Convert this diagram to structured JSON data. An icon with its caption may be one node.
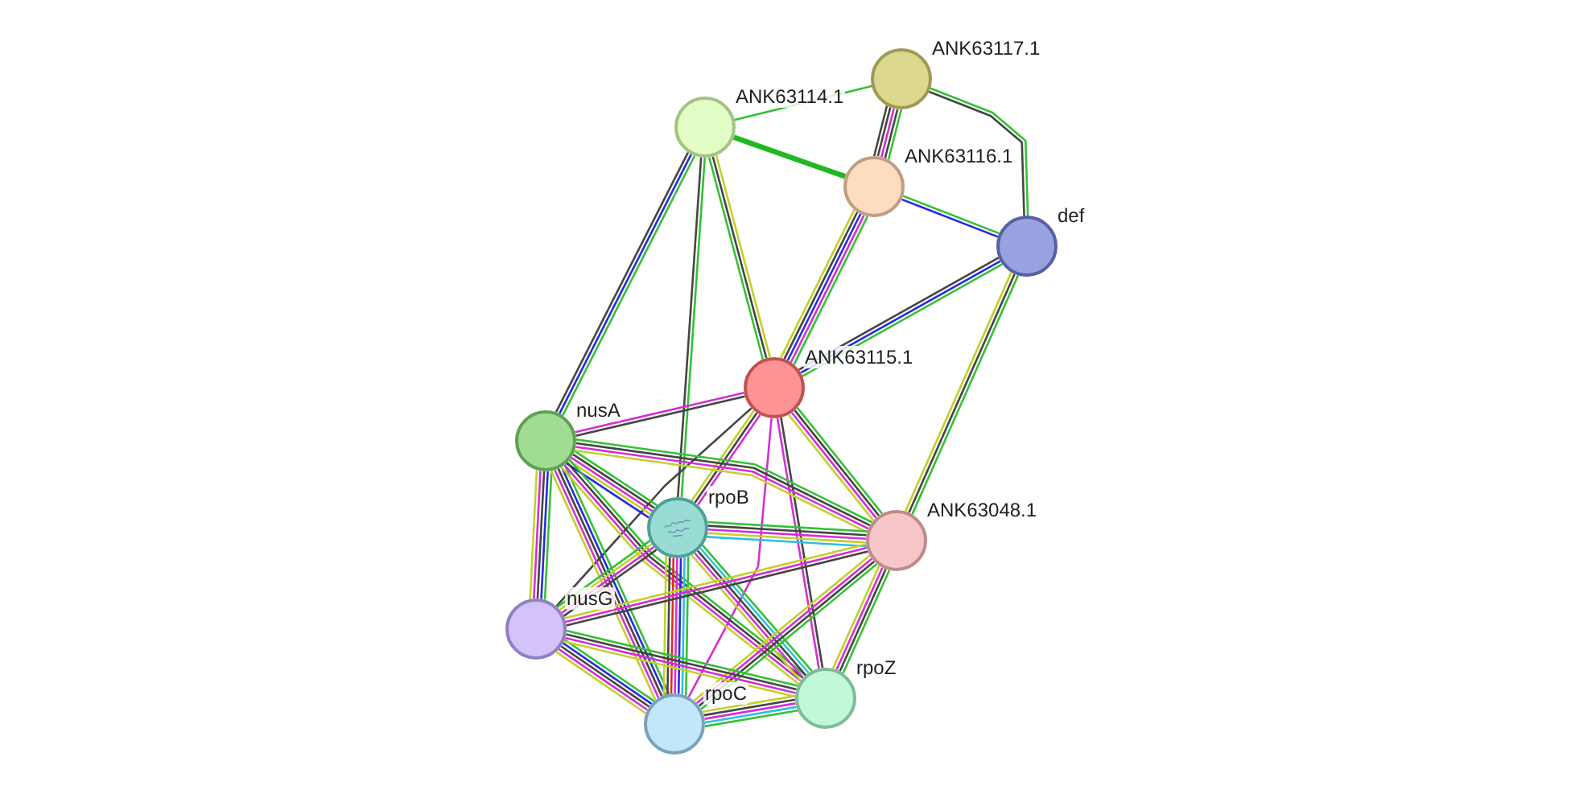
{
  "diagram": {
    "nodes": [
      {
        "text": [
          "ANK63117.1"
        ]
      },
      {
        "text": [
          "ANK63114.1"
        ]
      },
      {
        "text": [
          "ANK63116.1"
        ]
      },
      {
        "text": [
          "def"
        ]
      },
      {
        "text": [
          "ANK63115.1"
        ]
      },
      {
        "text": [
          "nusA"
        ]
      },
      {
        "text": [
          "rpoB"
        ]
      },
      {
        "text": [
          "ANK63048.1"
        ]
      },
      {
        "text": [
          "nusG"
        ]
      },
      {
        "text": [
          "rpoZ"
        ]
      },
      {
        "text": [
          "rpoC"
        ]
      }
    ],
    "edges": [
      {
        "from": 0,
        "to": 1,
        "arrow": "none",
        "color": "#34c234"
      },
      {
        "from": 0,
        "to": 2,
        "arrow": "none",
        "color": "#34c234"
      },
      {
        "from": 0,
        "to": 2,
        "arrow": "none",
        "color": "#454545"
      },
      {
        "from": 0,
        "to": 2,
        "arrow": "none",
        "color": "#d62ed6"
      },
      {
        "from": 0,
        "to": 2,
        "arrow": "none",
        "color": "#454545"
      },
      {
        "from": 0,
        "to": 2,
        "arrow": "none",
        "color": "#454545"
      },
      {
        "from": 0,
        "to": 3,
        "arrow": "none",
        "color": "#34c234"
      },
      {
        "from": 0,
        "to": 3,
        "arrow": "none",
        "color": "#454545"
      },
      {
        "from": 2,
        "to": 3,
        "arrow": "none",
        "color": "#34c234"
      },
      {
        "from": 2,
        "to": 3,
        "arrow": "none",
        "color": "#2a2ae0"
      },
      {
        "from": 1,
        "to": 2,
        "arrow": "none",
        "color": "#22b822",
        "style": "thick"
      },
      {
        "from": 1,
        "to": 5,
        "arrow": "none",
        "color": "#34c234"
      },
      {
        "from": 1,
        "to": 5,
        "arrow": "none",
        "color": "#2a2ae0"
      },
      {
        "from": 1,
        "to": 5,
        "arrow": "none",
        "color": "#454545"
      },
      {
        "from": 1,
        "to": 6,
        "arrow": "none",
        "color": "#34c234"
      },
      {
        "from": 1,
        "to": 6,
        "arrow": "none",
        "color": "#454545"
      },
      {
        "from": 1,
        "to": 4,
        "arrow": "none",
        "color": "#c3d12a"
      },
      {
        "from": 1,
        "to": 4,
        "arrow": "none",
        "color": "#454545"
      },
      {
        "from": 1,
        "to": 4,
        "arrow": "none",
        "color": "#34c234"
      },
      {
        "from": 2,
        "to": 4,
        "arrow": "none",
        "color": "#34c234"
      },
      {
        "from": 2,
        "to": 4,
        "arrow": "none",
        "color": "#d62ed6"
      },
      {
        "from": 2,
        "to": 4,
        "arrow": "none",
        "color": "#2a2ae0"
      },
      {
        "from": 2,
        "to": 4,
        "arrow": "none",
        "color": "#454545"
      },
      {
        "from": 2,
        "to": 4,
        "arrow": "none",
        "color": "#c3d12a"
      },
      {
        "from": 3,
        "to": 4,
        "arrow": "none",
        "color": "#34c234"
      },
      {
        "from": 3,
        "to": 4,
        "arrow": "none",
        "color": "#2a2ae0"
      },
      {
        "from": 3,
        "to": 4,
        "arrow": "none",
        "color": "#454545"
      },
      {
        "from": 3,
        "to": 7,
        "arrow": "none",
        "color": "#34c234"
      },
      {
        "from": 3,
        "to": 7,
        "arrow": "none",
        "color": "#454545"
      },
      {
        "from": 3,
        "to": 7,
        "arrow": "none",
        "color": "#c3d12a"
      },
      {
        "from": 4,
        "to": 5,
        "arrow": "none",
        "color": "#454545"
      },
      {
        "from": 4,
        "to": 5,
        "arrow": "none",
        "color": "#d62ed6"
      },
      {
        "from": 4,
        "to": 8,
        "arrow": "none",
        "color": "#454545"
      },
      {
        "from": 4,
        "to": 6,
        "arrow": "none",
        "color": "#d62ed6"
      },
      {
        "from": 4,
        "to": 6,
        "arrow": "none",
        "color": "#454545"
      },
      {
        "from": 4,
        "to": 6,
        "arrow": "none",
        "color": "#c3d12a"
      },
      {
        "from": 4,
        "to": 10,
        "arrow": "none",
        "color": "#d62ed6"
      },
      {
        "from": 4,
        "to": 9,
        "arrow": "none",
        "color": "#454545"
      },
      {
        "from": 4,
        "to": 9,
        "arrow": "none",
        "color": "#d62ed6"
      },
      {
        "from": 4,
        "to": 7,
        "arrow": "none",
        "color": "#34c234"
      },
      {
        "from": 4,
        "to": 7,
        "arrow": "none",
        "color": "#454545"
      },
      {
        "from": 4,
        "to": 7,
        "arrow": "none",
        "color": "#d62ed6"
      },
      {
        "from": 4,
        "to": 7,
        "arrow": "none",
        "color": "#c3d12a"
      },
      {
        "from": 5,
        "to": 6,
        "arrow": "none",
        "color": "#34c234"
      },
      {
        "from": 5,
        "to": 6,
        "arrow": "none",
        "color": "#454545"
      },
      {
        "from": 5,
        "to": 6,
        "arrow": "none",
        "color": "#d62ed6"
      },
      {
        "from": 5,
        "to": 6,
        "arrow": "none",
        "color": "#c3d12a"
      },
      {
        "from": 5,
        "to": 6,
        "arrow": "none",
        "color": "#2a2ae0"
      },
      {
        "from": 5,
        "to": 7,
        "arrow": "none",
        "color": "#34c234"
      },
      {
        "from": 5,
        "to": 7,
        "arrow": "none",
        "color": "#454545"
      },
      {
        "from": 5,
        "to": 7,
        "arrow": "none",
        "color": "#d62ed6"
      },
      {
        "from": 5,
        "to": 7,
        "arrow": "none",
        "color": "#c3d12a"
      },
      {
        "from": 5,
        "to": 8,
        "arrow": "none",
        "color": "#34c234"
      },
      {
        "from": 5,
        "to": 8,
        "arrow": "none",
        "color": "#2a2ae0"
      },
      {
        "from": 5,
        "to": 8,
        "arrow": "none",
        "color": "#454545"
      },
      {
        "from": 5,
        "to": 8,
        "arrow": "none",
        "color": "#d62ed6"
      },
      {
        "from": 5,
        "to": 8,
        "arrow": "none",
        "color": "#c3d12a"
      },
      {
        "from": 5,
        "to": 10,
        "arrow": "none",
        "color": "#34c234"
      },
      {
        "from": 5,
        "to": 10,
        "arrow": "none",
        "color": "#2a2ae0"
      },
      {
        "from": 5,
        "to": 10,
        "arrow": "none",
        "color": "#454545"
      },
      {
        "from": 5,
        "to": 10,
        "arrow": "none",
        "color": "#d62ed6"
      },
      {
        "from": 5,
        "to": 10,
        "arrow": "none",
        "color": "#c3d12a"
      },
      {
        "from": 5,
        "to": 9,
        "arrow": "none",
        "color": "#34c234"
      },
      {
        "from": 5,
        "to": 9,
        "arrow": "none",
        "color": "#454545"
      },
      {
        "from": 5,
        "to": 9,
        "arrow": "none",
        "color": "#d62ed6"
      },
      {
        "from": 5,
        "to": 9,
        "arrow": "none",
        "color": "#c3d12a"
      },
      {
        "from": 6,
        "to": 7,
        "arrow": "none",
        "color": "#34c234"
      },
      {
        "from": 6,
        "to": 7,
        "arrow": "none",
        "color": "#454545"
      },
      {
        "from": 6,
        "to": 7,
        "arrow": "none",
        "color": "#d62ed6"
      },
      {
        "from": 6,
        "to": 7,
        "arrow": "none",
        "color": "#c3d12a"
      },
      {
        "from": 6,
        "to": 7,
        "arrow": "none",
        "color": "#2ec0e0"
      },
      {
        "from": 6,
        "to": 8,
        "arrow": "none",
        "color": "#454545"
      },
      {
        "from": 6,
        "to": 8,
        "arrow": "none",
        "color": "#d62ed6"
      },
      {
        "from": 6,
        "to": 8,
        "arrow": "none",
        "color": "#c3d12a"
      },
      {
        "from": 6,
        "to": 8,
        "arrow": "none",
        "color": "#34c234"
      },
      {
        "from": 6,
        "to": 10,
        "arrow": "none",
        "color": "#34c234"
      },
      {
        "from": 6,
        "to": 10,
        "arrow": "none",
        "color": "#2ec0e0"
      },
      {
        "from": 6,
        "to": 10,
        "arrow": "none",
        "color": "#2a2ae0"
      },
      {
        "from": 6,
        "to": 10,
        "arrow": "none",
        "color": "#d62ed6"
      },
      {
        "from": 6,
        "to": 10,
        "arrow": "none",
        "color": "#e02a2a"
      },
      {
        "from": 6,
        "to": 10,
        "arrow": "none",
        "color": "#454545"
      },
      {
        "from": 6,
        "to": 10,
        "arrow": "none",
        "color": "#c3d12a"
      },
      {
        "from": 6,
        "to": 9,
        "arrow": "none",
        "color": "#34c234"
      },
      {
        "from": 6,
        "to": 9,
        "arrow": "none",
        "color": "#2ec0e0"
      },
      {
        "from": 6,
        "to": 9,
        "arrow": "none",
        "color": "#454545"
      },
      {
        "from": 6,
        "to": 9,
        "arrow": "none",
        "color": "#d62ed6"
      },
      {
        "from": 6,
        "to": 9,
        "arrow": "none",
        "color": "#c3d12a"
      },
      {
        "from": 7,
        "to": 8,
        "arrow": "none",
        "color": "#454545"
      },
      {
        "from": 7,
        "to": 8,
        "arrow": "none",
        "color": "#d62ed6"
      },
      {
        "from": 7,
        "to": 8,
        "arrow": "none",
        "color": "#c3d12a"
      },
      {
        "from": 7,
        "to": 10,
        "arrow": "none",
        "color": "#34c234"
      },
      {
        "from": 7,
        "to": 10,
        "arrow": "none",
        "color": "#454545"
      },
      {
        "from": 7,
        "to": 10,
        "arrow": "none",
        "color": "#d62ed6"
      },
      {
        "from": 7,
        "to": 10,
        "arrow": "none",
        "color": "#c3d12a"
      },
      {
        "from": 7,
        "to": 9,
        "arrow": "none",
        "color": "#34c234"
      },
      {
        "from": 7,
        "to": 9,
        "arrow": "none",
        "color": "#454545"
      },
      {
        "from": 7,
        "to": 9,
        "arrow": "none",
        "color": "#d62ed6"
      },
      {
        "from": 7,
        "to": 9,
        "arrow": "none",
        "color": "#c3d12a"
      },
      {
        "from": 8,
        "to": 10,
        "arrow": "none",
        "color": "#34c234"
      },
      {
        "from": 8,
        "to": 10,
        "arrow": "none",
        "color": "#2a2ae0"
      },
      {
        "from": 8,
        "to": 10,
        "arrow": "none",
        "color": "#454545"
      },
      {
        "from": 8,
        "to": 10,
        "arrow": "none",
        "color": "#d62ed6"
      },
      {
        "from": 8,
        "to": 10,
        "arrow": "none",
        "color": "#c3d12a"
      },
      {
        "from": 8,
        "to": 9,
        "arrow": "none",
        "color": "#34c234"
      },
      {
        "from": 8,
        "to": 9,
        "arrow": "none",
        "color": "#454545"
      },
      {
        "from": 8,
        "to": 9,
        "arrow": "none",
        "color": "#d62ed6"
      },
      {
        "from": 8,
        "to": 9,
        "arrow": "none",
        "color": "#c3d12a"
      },
      {
        "from": 10,
        "to": 9,
        "arrow": "none",
        "color": "#34c234"
      },
      {
        "from": 10,
        "to": 9,
        "arrow": "none",
        "color": "#2ec0e0"
      },
      {
        "from": 10,
        "to": 9,
        "arrow": "none",
        "color": "#d62ed6"
      },
      {
        "from": 10,
        "to": 9,
        "arrow": "none",
        "color": "#454545"
      },
      {
        "from": 10,
        "to": 9,
        "arrow": "none",
        "color": "#c3d12a"
      }
    ]
  }
}
